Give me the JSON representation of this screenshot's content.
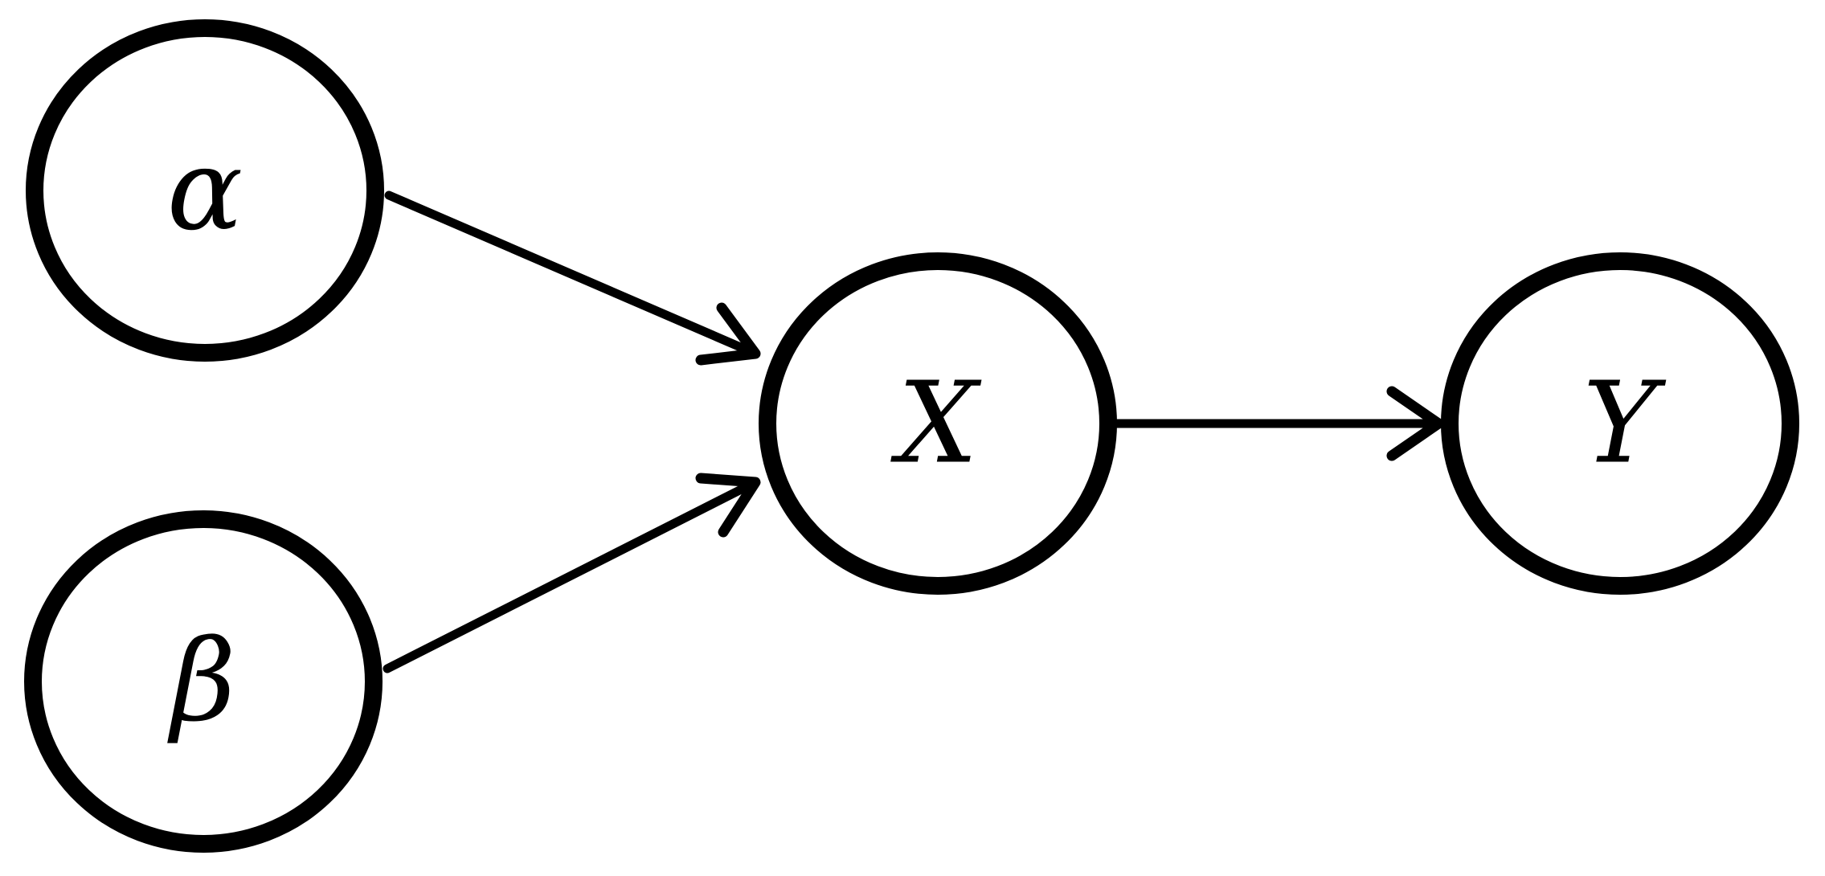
{
  "diagram": {
    "nodes": [
      {
        "id": "alpha",
        "label": "α"
      },
      {
        "id": "beta",
        "label": "β"
      },
      {
        "id": "x",
        "label": "X"
      },
      {
        "id": "y",
        "label": "Y"
      }
    ],
    "edges": [
      {
        "from": "alpha",
        "to": "x"
      },
      {
        "from": "beta",
        "to": "x"
      },
      {
        "from": "x",
        "to": "y"
      }
    ]
  }
}
